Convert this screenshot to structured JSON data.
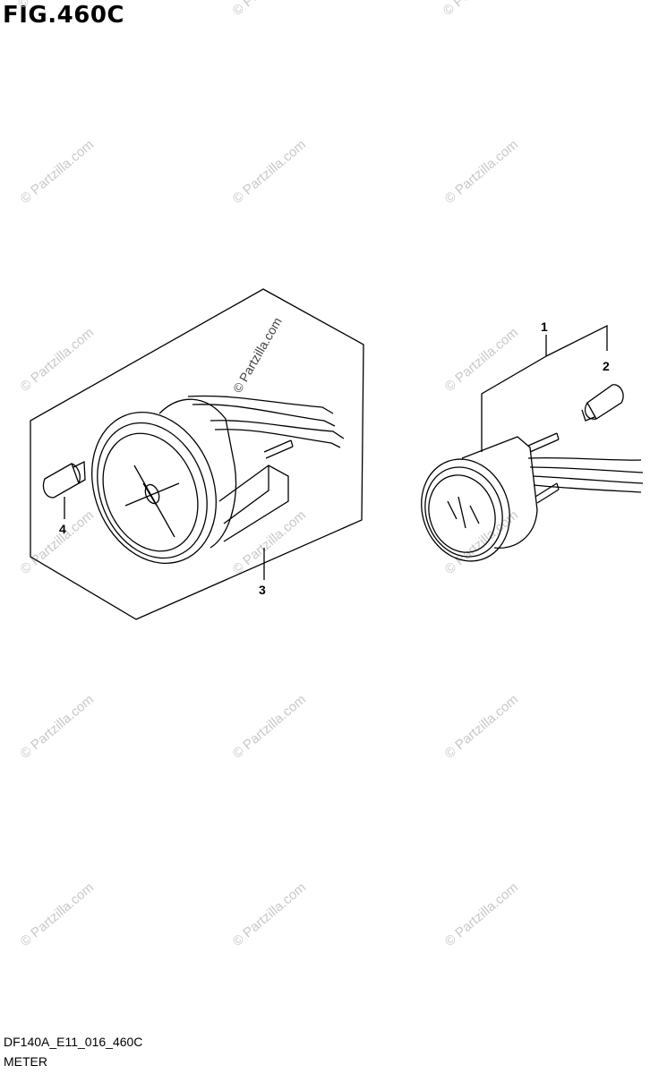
{
  "figure": {
    "title": "FIG.460C",
    "code": "DF140A_E11_016_460C",
    "name": "METER"
  },
  "watermark": "© Partzilla.com",
  "callouts": [
    "1",
    "2",
    "3",
    "4"
  ],
  "colors": {
    "line": "#000000",
    "watermark": "#c8c8c8",
    "background": "#ffffff"
  }
}
